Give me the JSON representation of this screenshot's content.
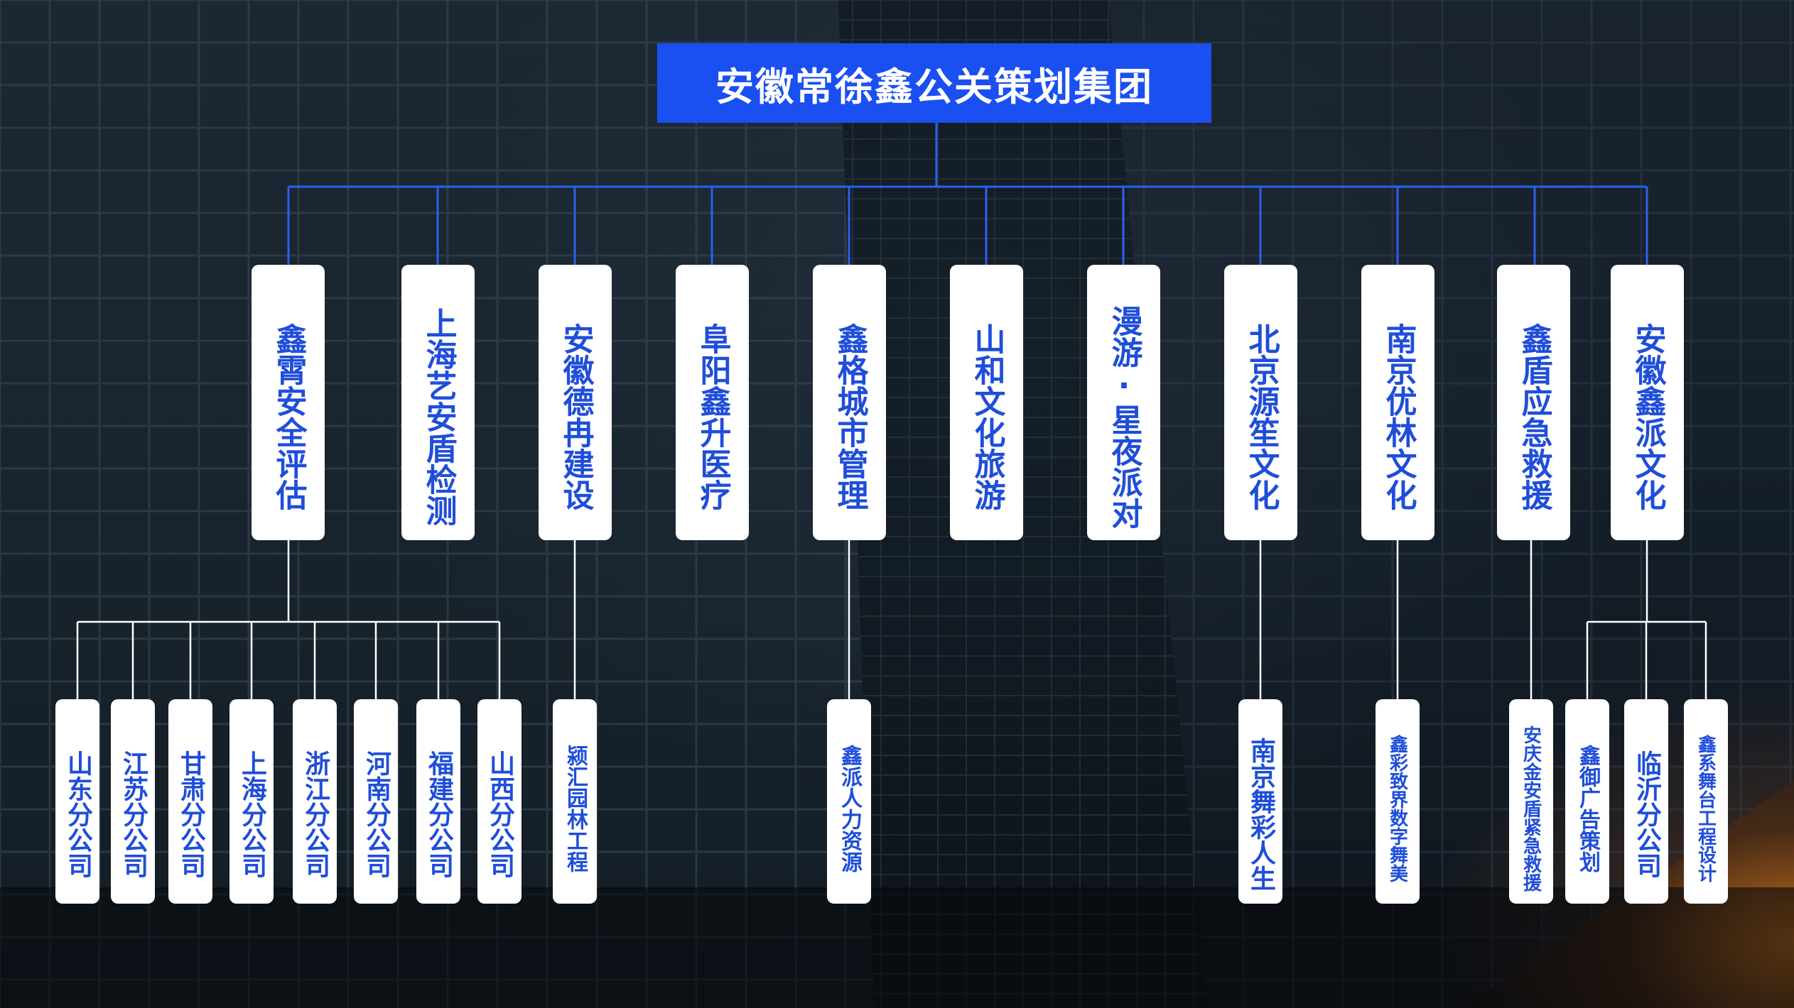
{
  "colors": {
    "title_bg": "#1a4ff2",
    "node_bg": "#ffffff",
    "node_text": "#1f4ed9",
    "blue_connector": "#2d5ff0",
    "white_connector": "#ffffff"
  },
  "title": "安徽常徐鑫公关策划集团",
  "subsidiaries": [
    {
      "name": "鑫霄安全评估"
    },
    {
      "name": "上海艺安盾检测"
    },
    {
      "name": "安徽德冉建设"
    },
    {
      "name": "阜阳鑫升医疗"
    },
    {
      "name": "鑫格城市管理"
    },
    {
      "name": "山和文化旅游"
    },
    {
      "name": "漫游·星夜派对"
    },
    {
      "name": "北京源笙文化"
    },
    {
      "name": "南京优林文化"
    },
    {
      "name": "鑫盾应急救援"
    },
    {
      "name": "安徽鑫派文化"
    }
  ],
  "branches": [
    {
      "name": "山东分公司"
    },
    {
      "name": "江苏分公司"
    },
    {
      "name": "甘肃分公司"
    },
    {
      "name": "上海分公司"
    },
    {
      "name": "浙江分公司"
    },
    {
      "name": "河南分公司"
    },
    {
      "name": "福建分公司"
    },
    {
      "name": "山西分公司"
    },
    {
      "name": "颍汇园林工程"
    },
    {
      "name": "鑫派人力资源"
    },
    {
      "name": "南京舞彩人生"
    },
    {
      "name": "鑫彩致界数字舞美"
    },
    {
      "name": "安庆金安盾紧急救援"
    },
    {
      "name": "鑫御广告策划"
    },
    {
      "name": "临沂分公司"
    },
    {
      "name": "鑫系舞台工程设计"
    }
  ]
}
